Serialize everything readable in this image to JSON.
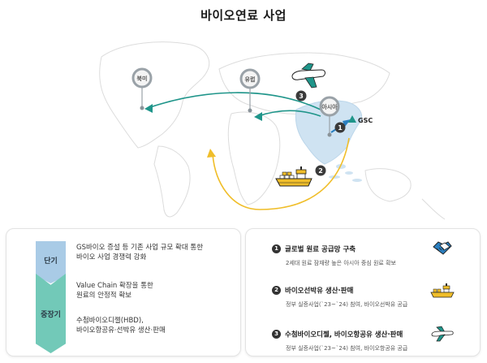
{
  "title": "바이오연료 사업",
  "map": {
    "regions": [
      {
        "label": "북미"
      },
      {
        "label": "유럽"
      },
      {
        "label": "아시아"
      }
    ],
    "hub_label": "GSC",
    "route_numbers": [
      "1",
      "2",
      "3"
    ],
    "colors": {
      "teal_route": "#1f958a",
      "yellow_route": "#f0be2a",
      "blue_route": "#2a7fc0",
      "asia_fill": "#cfe3f2",
      "pin": "#8a9399"
    }
  },
  "strategy": {
    "phases": [
      {
        "label": "단기"
      },
      {
        "label": "중장기"
      }
    ],
    "items": [
      {
        "line1": "GS바이오 증설 등 기존 사업 규모 확대 통한",
        "line2": "바이오 사업 경쟁력 강화"
      },
      {
        "line1": "Value Chain 확장을 통한",
        "line2": "원료의 안정적 확보"
      },
      {
        "line1": "수첨바이오디젤(HBD),",
        "line2": "바이오항공유·선박유 생산·판매"
      }
    ]
  },
  "legend": [
    {
      "num": "1",
      "title": "글로벌 원료 공급망 구축",
      "sub": "2세대 원료 잠재량 높은 아시아 중심 원료 확보",
      "icon": "handshake-icon"
    },
    {
      "num": "2",
      "title": "바이오선박유 생산·판매",
      "sub": "정부 실증사업(`23~`24) 참여, 바이오선박유 공급",
      "icon": "ship-icon"
    },
    {
      "num": "3",
      "title": "수첨바이오디젤, 바이오항공유 생산·판매",
      "sub": "정부 실증사업(`23~`24) 참여, 바이오항공유 공급",
      "icon": "airplane-icon"
    }
  ]
}
